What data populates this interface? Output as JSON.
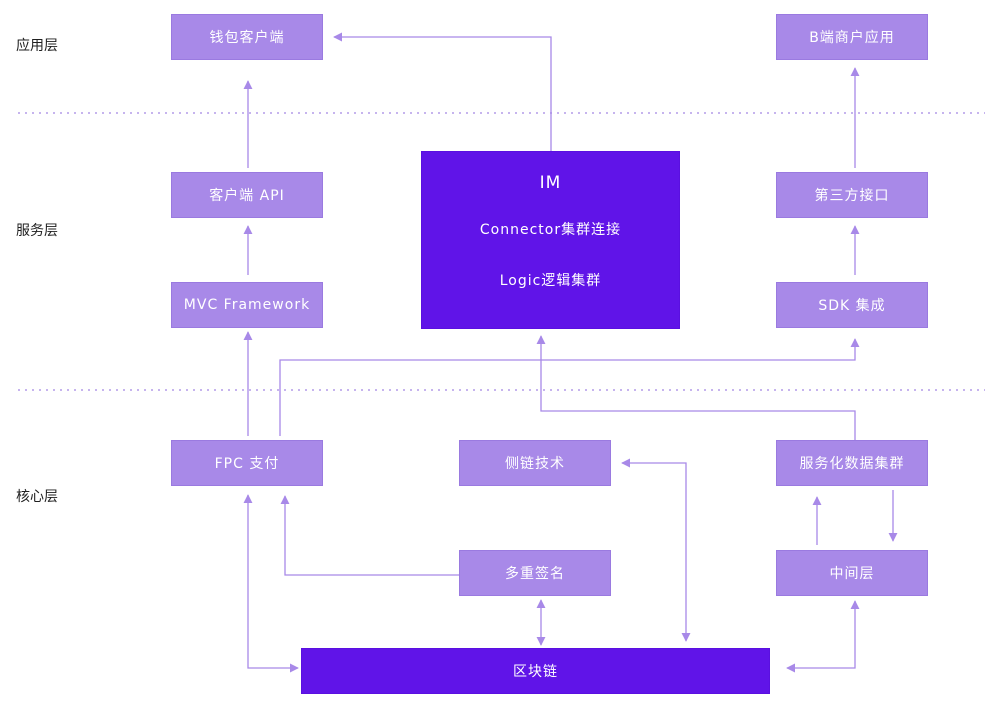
{
  "layers": {
    "app": "应用层",
    "service": "服务层",
    "core": "核心层"
  },
  "nodes": {
    "wallet_client": "钱包客户端",
    "b_merchant_app": "B端商户应用",
    "client_api": "客户端 API",
    "mvc_framework": "MVC Framework",
    "third_party_api": "第三方接口",
    "sdk_integration": "SDK 集成",
    "im": {
      "title": "IM",
      "line1": "Connector集群连接",
      "line2": "Logic逻辑集群"
    },
    "fpc_payment": "FPC 支付",
    "sidechain": "侧链技术",
    "service_data_cluster": "服务化数据集群",
    "multisig": "多重签名",
    "middle_layer": "中间层",
    "blockchain": "区块链"
  },
  "colors": {
    "box": "#a889e8",
    "box_dark": "#6014e8",
    "connector": "#a889e8",
    "divider": "#c6b4ee"
  }
}
